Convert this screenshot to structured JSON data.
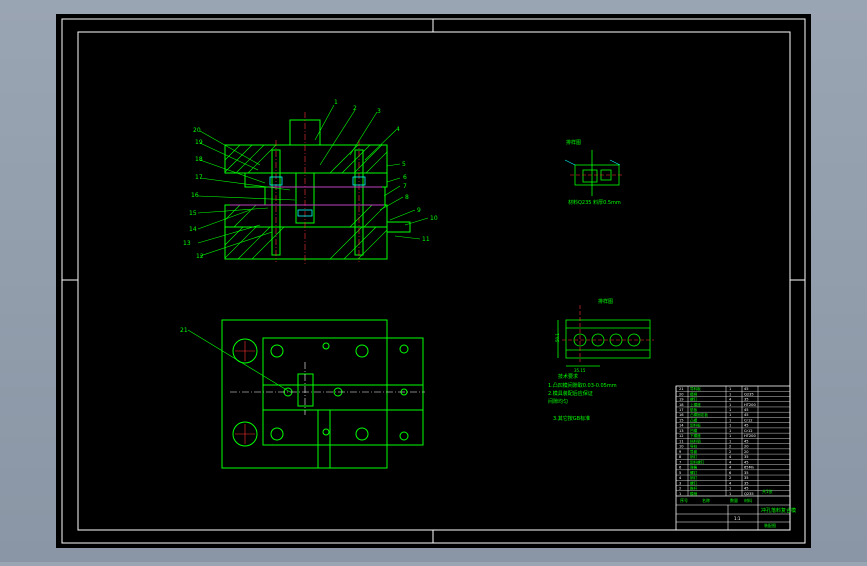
{
  "colors": {
    "background": "#8f9aa8",
    "paper": "#000000",
    "frame": "#ffffff",
    "geometry": "#00ff00",
    "centerline": "#ffffff",
    "cyan": "#00ffff",
    "magenta": "#ff00ff",
    "red": "#ff3333",
    "yellow": "#ffff00"
  },
  "section_view": {
    "callouts_left": [
      "20",
      "19",
      "18",
      "17",
      "16",
      "15",
      "14",
      "13",
      "12"
    ],
    "callouts_top": [
      "1",
      "2",
      "3",
      "4"
    ],
    "callouts_right": [
      "5",
      "6",
      "7",
      "8",
      "9",
      "10",
      "11"
    ]
  },
  "plan_view": {
    "callout": "21"
  },
  "detail_top": {
    "title": "排样图",
    "note": "材料Q235 料厚0.5mm"
  },
  "detail_strip": {
    "title": "排样图",
    "dim_left": "50.1",
    "dim_bottom": "35.15"
  },
  "tech_notes": {
    "heading": "技术要求",
    "lines": [
      "1.凸凹模间隙取0.03-0.05mm",
      "2.模具装配后应保证",
      "间隙均匀",
      "3.其它按GB标准"
    ]
  },
  "title_block": {
    "rows": [
      [
        "21",
        "导料板",
        "1",
        "45"
      ],
      [
        "20",
        "模柄",
        "1",
        "Q235"
      ],
      [
        "19",
        "螺钉",
        "4",
        "35"
      ],
      [
        "18",
        "上模座",
        "1",
        "HT200"
      ],
      [
        "17",
        "垫板",
        "1",
        "45"
      ],
      [
        "16",
        "凸模固定板",
        "1",
        "45"
      ],
      [
        "15",
        "凸模",
        "1",
        "Cr12"
      ],
      [
        "14",
        "卸料板",
        "1",
        "45"
      ],
      [
        "13",
        "凹模",
        "1",
        "Cr12"
      ],
      [
        "12",
        "下模座",
        "1",
        "HT200"
      ],
      [
        "11",
        "挡料销",
        "1",
        "45"
      ],
      [
        "10",
        "导柱",
        "2",
        "20"
      ],
      [
        "9",
        "导套",
        "2",
        "20"
      ],
      [
        "8",
        "销钉",
        "4",
        "35"
      ],
      [
        "7",
        "卸料螺钉",
        "4",
        "45"
      ],
      [
        "6",
        "弹簧",
        "4",
        "65Mn"
      ],
      [
        "5",
        "螺钉",
        "6",
        "35"
      ],
      [
        "4",
        "销钉",
        "2",
        "35"
      ],
      [
        "3",
        "螺钉",
        "4",
        "35"
      ],
      [
        "2",
        "推杆",
        "1",
        "45"
      ],
      [
        "1",
        "模柄",
        "1",
        "Q235"
      ]
    ],
    "header_cols": [
      "序号",
      "名称",
      "数量",
      "材料"
    ],
    "drawing_title": "冲孔落料复合模",
    "drawing_no": "装配图",
    "scale": "1:1",
    "sheet": "共1张"
  }
}
